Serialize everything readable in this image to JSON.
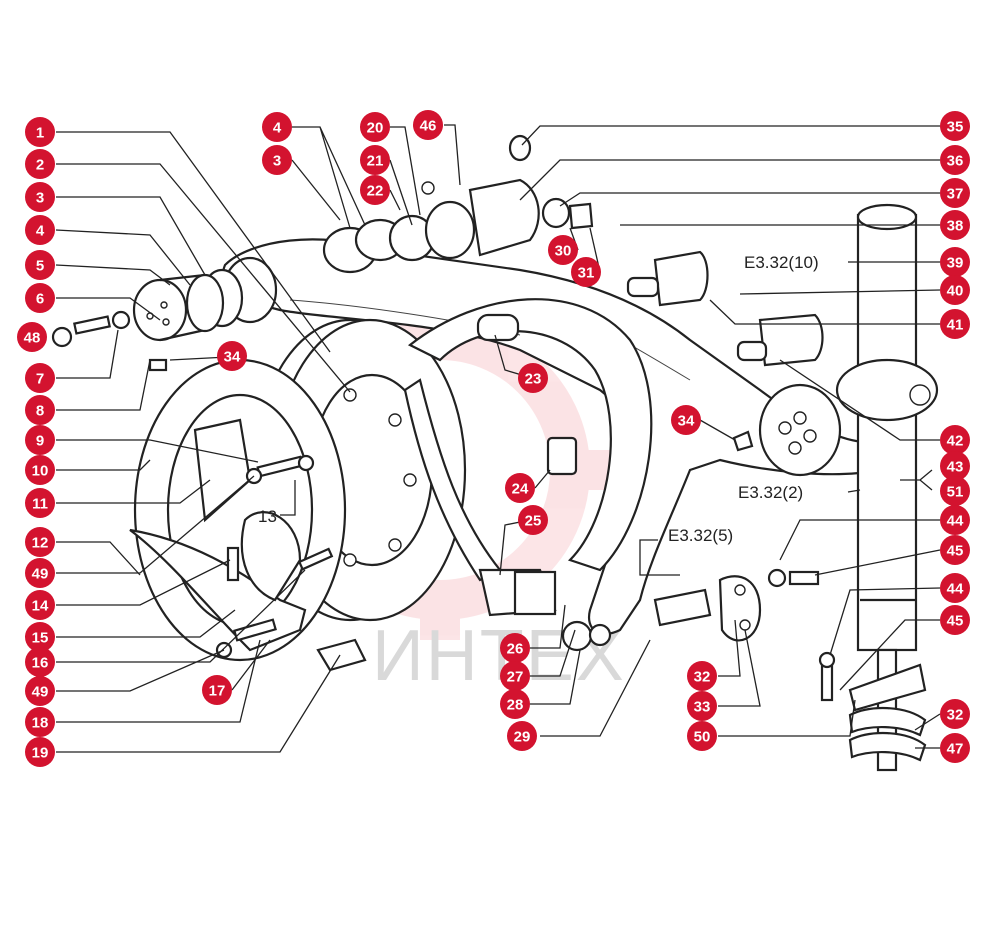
{
  "watermark": {
    "text": "ИНТЕХ",
    "color": "#e32636"
  },
  "colors": {
    "callout_fill": "#d3132f",
    "callout_text": "#ffffff",
    "line": "#222222"
  },
  "references": [
    {
      "id": "ref-e3-32-10",
      "text": "E3.32(10)"
    },
    {
      "id": "ref-e3-32-2",
      "text": "E3.32(2)"
    },
    {
      "id": "ref-e3-32-5",
      "text": "E3.32(5)"
    },
    {
      "id": "ref-13",
      "text": "13"
    }
  ],
  "callouts": {
    "left": [
      "1",
      "2",
      "3",
      "4",
      "5",
      "6",
      "48",
      "7",
      "8",
      "9",
      "10",
      "11",
      "12",
      "49",
      "14",
      "15",
      "16",
      "49",
      "18",
      "19"
    ],
    "right": [
      "35",
      "36",
      "37",
      "38",
      "39",
      "40",
      "41",
      "42",
      "43",
      "51",
      "44",
      "45",
      "44",
      "45",
      "32",
      "47"
    ],
    "inner": [
      "4",
      "3",
      "20",
      "46",
      "21",
      "22",
      "30",
      "31",
      "34",
      "23",
      "34",
      "24",
      "25",
      "26",
      "27",
      "28",
      "29",
      "17",
      "32",
      "33",
      "50"
    ]
  }
}
